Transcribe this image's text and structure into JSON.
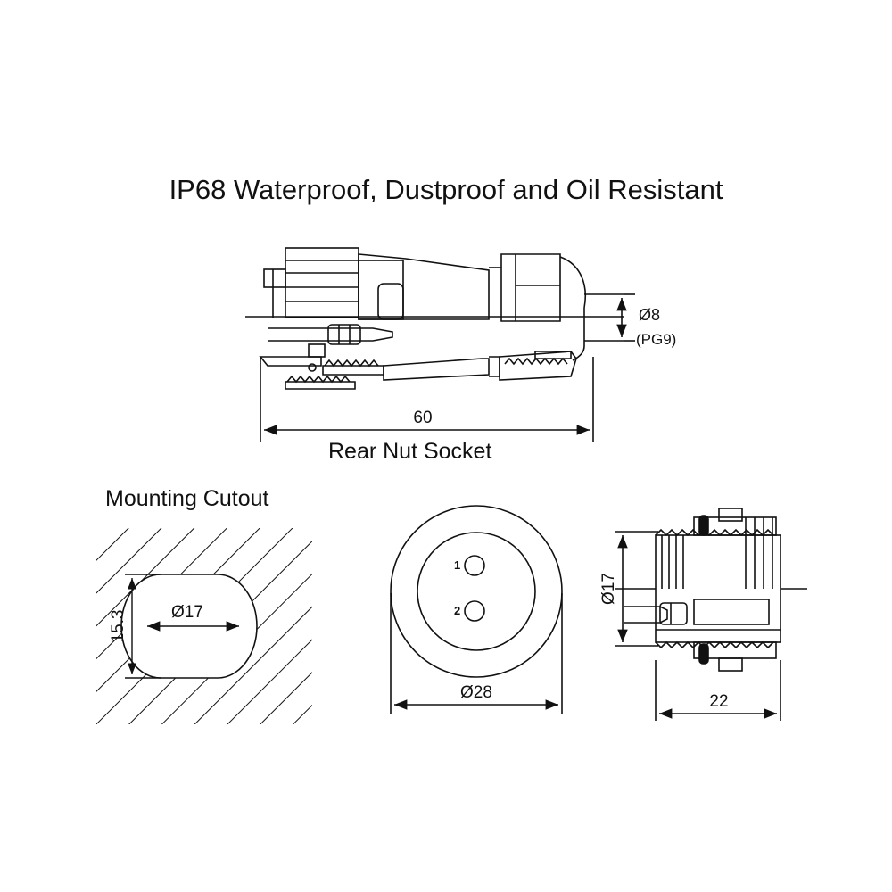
{
  "title": "IP68 Waterproof, Dustproof and Oil Resistant",
  "rear_view": {
    "label": "Rear Nut Socket",
    "dim_length": "60",
    "dim_cable": "Ø8",
    "dim_cable_thread": "(PG9)"
  },
  "cutout_view": {
    "label": "Mounting Cutout",
    "dim_diameter": "Ø17",
    "dim_flat": "15.3"
  },
  "front_view": {
    "dim_diameter": "Ø28",
    "pins": [
      "1",
      "2"
    ]
  },
  "side_view": {
    "dim_diameter": "Ø17",
    "dim_length": "22"
  }
}
